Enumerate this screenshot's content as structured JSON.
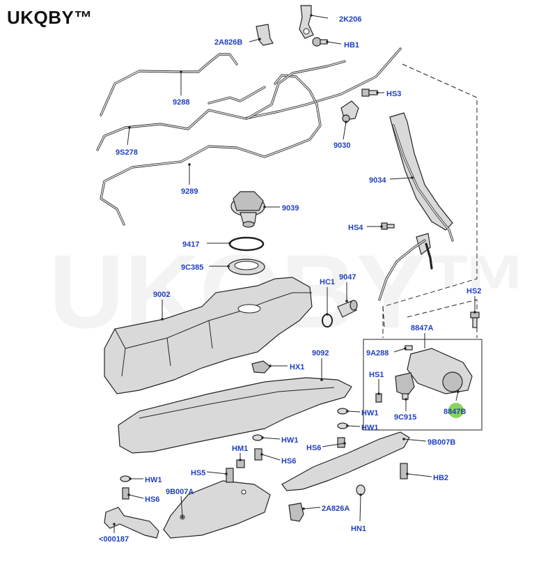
{
  "brand": {
    "text": "UKQBY™"
  },
  "watermark": {
    "text": "UKQBY™"
  },
  "highlight_color": "#7ccf4a",
  "label_color": "#1f3fbf",
  "labels": {
    "l_2k206": "2K206",
    "l_2a826b": "2A826B",
    "l_hb1": "HB1",
    "l_9288": "9288",
    "l_hs3": "HS3",
    "l_9s278": "9S278",
    "l_9030": "9030",
    "l_9289": "9289",
    "l_9034": "9034",
    "l_9039": "9039",
    "l_hs4": "HS4",
    "l_9417": "9417",
    "l_9c385": "9C385",
    "l_hc1": "HC1",
    "l_9047": "9047",
    "l_hs2": "HS2",
    "l_9002": "9002",
    "l_8847a": "8847A",
    "l_9a288": "9A288",
    "l_9092": "9092",
    "l_hx1": "HX1",
    "l_hs1": "HS1",
    "l_9c915": "9C915",
    "l_8847b": "8847B",
    "l_hw1a": "HW1",
    "l_hw1b": "HW1",
    "l_hw1c": "HW1",
    "l_hm1": "HM1",
    "l_hs6a": "HS6",
    "l_hs6b": "HS6",
    "l_9b007b": "9B007B",
    "l_hs5": "HS5",
    "l_hw1d": "HW1",
    "l_hs6c": "HS6",
    "l_9b007a": "9B007A",
    "l_hb2": "HB2",
    "l_2a826a": "2A826A",
    "l_hn1": "HN1",
    "l_000187": "<000187"
  }
}
